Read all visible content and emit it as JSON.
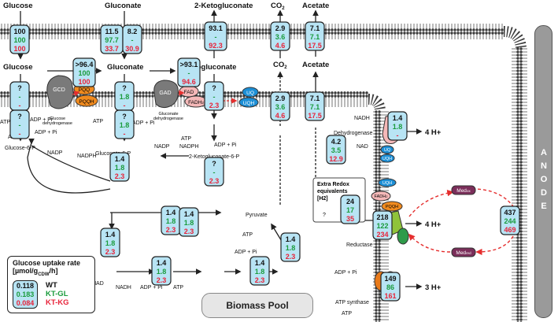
{
  "colors": {
    "flux_box": "#b8e4f4",
    "wt": "#111111",
    "kt_gl": "#1a9b3c",
    "kt_kg": "#e8233a",
    "enzyme_grey": "#7a7a7a",
    "pqq": "#f08a1e",
    "uq": "#1d8fd6",
    "fad": "#f5b8b8",
    "green": "#7ac242",
    "arrow_red": "#e52e2e",
    "med": "#7b2e5a"
  },
  "metabolites": {
    "glucose_top": "Glucose",
    "gluconate_top": "Gluconate",
    "ketogluconate_top": "2-Ketogluconate",
    "co2_top": "CO",
    "co2_top_sub": "2",
    "acetate_top": "Acetate",
    "glucose_peri": "Glucose",
    "gluconate_peri": "Gluconate",
    "ketogluconate_peri": "2-Ketogluconate",
    "co2_peri": "CO",
    "co2_peri_sub": "2",
    "acetate_peri": "Acetate",
    "glucose6p": "Glucose-6-P",
    "gluconate6p": "Gluconate-6-P",
    "ketogluconate6p": "2-Ketogluconate-6-P",
    "pyruvate": "Pyruvate"
  },
  "cofactors": {
    "atp": "ATP",
    "adp_pi": "ADP + Pi",
    "nadp": "NADP",
    "nadph": "NADPH",
    "nad": "NAD",
    "nadh": "NADH",
    "h2_q": "?"
  },
  "enzymes": {
    "gcd": "GCD",
    "gcd_label_1": "Glucose",
    "gcd_label_2": "dehydrogenase",
    "gad": "GAD",
    "gad_label_1": "Gluconate",
    "gad_label_2": "dehydrogenase",
    "pqq": "PQQ",
    "pqqh": "PQQH",
    "fad": "FAD",
    "fadh": "FADH",
    "fadh_sub": "2",
    "uq": "UQ",
    "uqh": "UQH",
    "dehydrogenase": "Dehydrogenase",
    "reductase": "Reductase",
    "atp_synthase": "ATP synthase",
    "pqqh_r": "PQQH",
    "fadh_r": "FADH",
    "uqh_r": "UQH",
    "uq_r": "UQ"
  },
  "protons": {
    "p1": "4 H+",
    "p2": "4 H+",
    "p3": "3 H+"
  },
  "redox": {
    "title_1": "Extra Redox",
    "title_2": "equivalents",
    "title_3": "[H2]"
  },
  "mediator": {
    "label": "Med",
    "sub": "ox",
    "label2": "Med",
    "sub2": "red"
  },
  "anode": "A N O D E",
  "biomass": "Biomass Pool",
  "legend": {
    "title_1": "Glucose uptake rate",
    "title_2": "[µmol/g",
    "title_sub": "CDW",
    "title_3": "/h]",
    "wt_val": "0.118",
    "gl_val": "0.183",
    "kg_val": "0.084",
    "wt": "WT",
    "gl": "KT-GL",
    "kg": "KT-KG"
  },
  "fluxes": [
    {
      "id": "glc_up",
      "v": [
        "100",
        "100",
        "100"
      ]
    },
    {
      "id": "glcn_up",
      "v": [
        "11.5",
        "97.7",
        "33.7"
      ]
    },
    {
      "id": "glcn_up2",
      "v": [
        "8.2",
        "-",
        "30.9"
      ]
    },
    {
      "id": "kg_out",
      "v": [
        "93.1",
        "-",
        "92.3"
      ]
    },
    {
      "id": "co2_out",
      "v": [
        "2.9",
        "3.6",
        "4.6"
      ]
    },
    {
      "id": "ac_out",
      "v": [
        "7.1",
        "7.1",
        "17.5"
      ]
    },
    {
      "id": "gcd",
      "v": [
        ">96.4",
        "100",
        "100"
      ]
    },
    {
      "id": "gad",
      "v": [
        ">93.1",
        "-",
        "94.6"
      ]
    },
    {
      "id": "glc_tr",
      "v": [
        "?",
        "-",
        "-"
      ]
    },
    {
      "id": "glcn_tr",
      "v": [
        "?",
        "1.8",
        "-"
      ]
    },
    {
      "id": "kg_tr",
      "v": [
        "?",
        "-",
        "2.3"
      ]
    },
    {
      "id": "co2_tr",
      "v": [
        "2.9",
        "3.6",
        "4.6"
      ]
    },
    {
      "id": "ac_tr",
      "v": [
        "7.1",
        "7.1",
        "17.5"
      ]
    },
    {
      "id": "glk",
      "v": [
        "?",
        "-",
        "-"
      ]
    },
    {
      "id": "gnuk",
      "v": [
        "?",
        "1.8",
        "-"
      ]
    },
    {
      "id": "kguk",
      "v": [
        "?",
        "-",
        "2.3"
      ]
    },
    {
      "id": "g6p",
      "v": [
        "1.4",
        "1.8",
        "2.3"
      ]
    },
    {
      "id": "pyr",
      "v": [
        "1.4",
        "1.8",
        "2.3"
      ]
    },
    {
      "id": "ed1",
      "v": [
        "1.4",
        "1.8",
        "2.3"
      ]
    },
    {
      "id": "low1",
      "v": [
        "1.4",
        "1.8",
        "2.3"
      ]
    },
    {
      "id": "low2",
      "v": [
        "1.4",
        "1.8",
        "2.3"
      ]
    },
    {
      "id": "low3",
      "v": [
        "1.4",
        "1.8",
        "2.3"
      ]
    },
    {
      "id": "low4",
      "v": [
        "1.4",
        "1.8",
        "2.3"
      ]
    },
    {
      "id": "dh",
      "v": [
        "1.4",
        "1.8",
        "-"
      ]
    },
    {
      "id": "nadh_tr",
      "v": [
        "4.2",
        "3.5",
        "12.9"
      ]
    },
    {
      "id": "redox",
      "v": [
        "24",
        "17",
        "35"
      ]
    },
    {
      "id": "red",
      "v": [
        "218",
        "122",
        "234"
      ]
    },
    {
      "id": "med",
      "v": [
        "437",
        "244",
        "469"
      ]
    },
    {
      "id": "atps",
      "v": [
        "149",
        "86",
        "161"
      ]
    }
  ]
}
